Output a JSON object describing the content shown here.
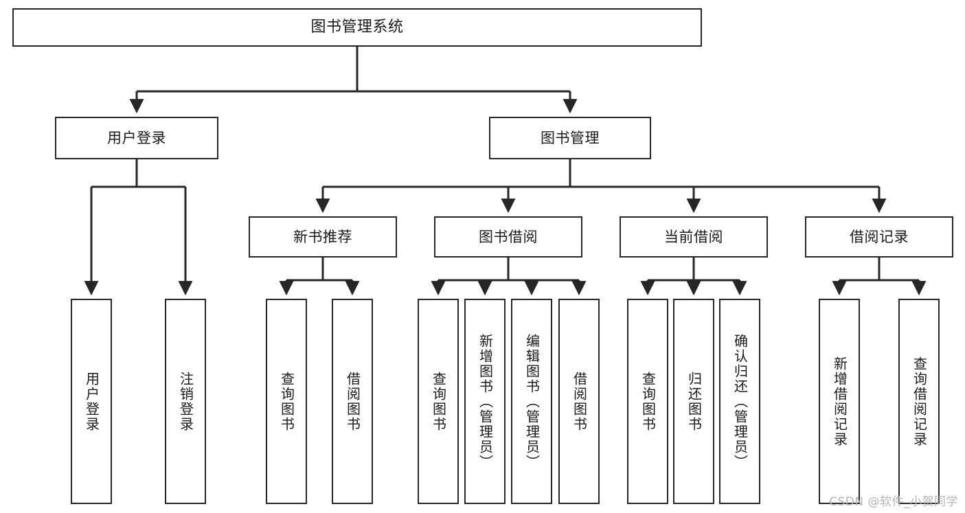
{
  "diagram": {
    "type": "tree",
    "title": "图书管理系统",
    "root": {
      "label": "图书管理系统"
    },
    "level2": [
      {
        "label": "用户登录"
      },
      {
        "label": "图书管理"
      }
    ],
    "level3": [
      {
        "label": "新书推荐"
      },
      {
        "label": "图书借阅"
      },
      {
        "label": "当前借阅"
      },
      {
        "label": "借阅记录"
      }
    ],
    "leaves": {
      "user_login": [
        {
          "label": "用户登录"
        },
        {
          "label": "注销登录"
        }
      ],
      "new_book_recommend": [
        {
          "label": "查询图书"
        },
        {
          "label": "借阅图书"
        }
      ],
      "book_borrow": [
        {
          "label": "查询图书"
        },
        {
          "label": "新增图书（管理员）"
        },
        {
          "label": "编辑图书（管理员）"
        },
        {
          "label": "借阅图书"
        }
      ],
      "current_borrow": [
        {
          "label": "查询图书"
        },
        {
          "label": "归还图书"
        },
        {
          "label": "确认归还（管理员）"
        }
      ],
      "borrow_record": [
        {
          "label": "新增借阅记录"
        },
        {
          "label": "查询借阅记录"
        }
      ]
    }
  },
  "watermark": {
    "text": "CSDN @软件_小贺同学"
  },
  "colors": {
    "stroke": "#262626",
    "background": "#ffffff",
    "text": "#1a1a1a",
    "watermark": "#b4b4b4"
  }
}
